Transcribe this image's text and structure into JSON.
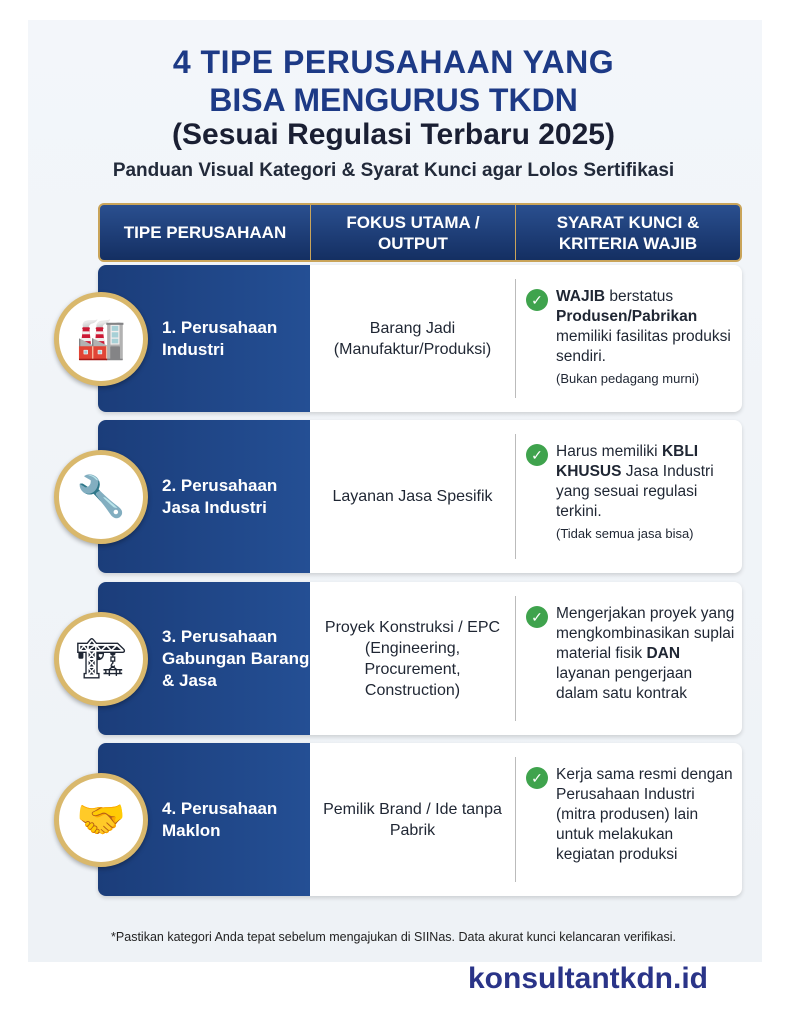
{
  "title": {
    "line1": "4 TIPE PERUSAHAAN YANG",
    "line2": "BISA MENGURUS TKDN",
    "line3": "(Sesuai Regulasi Terbaru 2025)",
    "subtitle": "Panduan Visual Kategori & Syarat Kunci agar Lolos Sertifikasi"
  },
  "header": [
    "TIPE PERUSAHAAN",
    "FOKUS UTAMA / OUTPUT",
    "SYARAT KUNCI & KRITERIA WAJIB"
  ],
  "rows": [
    {
      "icon": "factory-gear-icon",
      "glyph": "🏭",
      "type": "1. Perusahaan Industri",
      "focus": "Barang Jadi (Manufaktur/Produksi)",
      "criteria": [
        {
          "t": "WAJIB",
          "b": true
        },
        {
          "t": " berstatus ",
          "b": false
        },
        {
          "t": "Produsen/Pabrikan",
          "b": true
        },
        {
          "t": " memiliki fasilitas produksi sendiri.",
          "b": false
        }
      ],
      "note": "(Bukan pedagang murni)"
    },
    {
      "icon": "wrench-gear-helmet-icon",
      "glyph": "🔧",
      "type": "2. Perusahaan Jasa Industri",
      "focus": "Layanan Jasa Spesifik",
      "criteria": [
        {
          "t": "Harus memiliki ",
          "b": false
        },
        {
          "t": "KBLI KHUSUS",
          "b": true
        },
        {
          "t": " Jasa Industri yang sesuai regulasi terkini.",
          "b": false
        }
      ],
      "note": "(Tidak semua jasa bisa)"
    },
    {
      "icon": "crane-blueprint-icon",
      "glyph": "🏗",
      "type": "3. Perusahaan Gabungan Barang & Jasa",
      "focus": "Proyek Konstruksi / EPC (Engineering, Procurement, Construction)",
      "criteria": [
        {
          "t": "Mengerjakan proyek yang mengkombinasikan suplai material fisik ",
          "b": false
        },
        {
          "t": "DAN",
          "b": true
        },
        {
          "t": " layanan pengerjaan dalam satu kontrak",
          "b": false
        }
      ],
      "note": ""
    },
    {
      "icon": "brand-box-handshake-icon",
      "glyph": "🤝",
      "type": "4. Perusahaan Maklon",
      "focus": "Pemilik Brand / Ide tanpa Pabrik",
      "criteria": [
        {
          "t": "Kerja sama resmi dengan Perusahaan Industri ",
          "b": false
        },
        {
          "t": "(mitra produsen)",
          "b": false
        },
        {
          "t": " lain untuk melakukan kegiatan produksi",
          "b": false
        }
      ],
      "note": ""
    }
  ],
  "footer": "*Pastikan kategori Anda tepat sebelum mengajukan di SIINas. Data akurat kunci kelancaran verifikasi.",
  "brand": "konsultantkdn.id"
}
